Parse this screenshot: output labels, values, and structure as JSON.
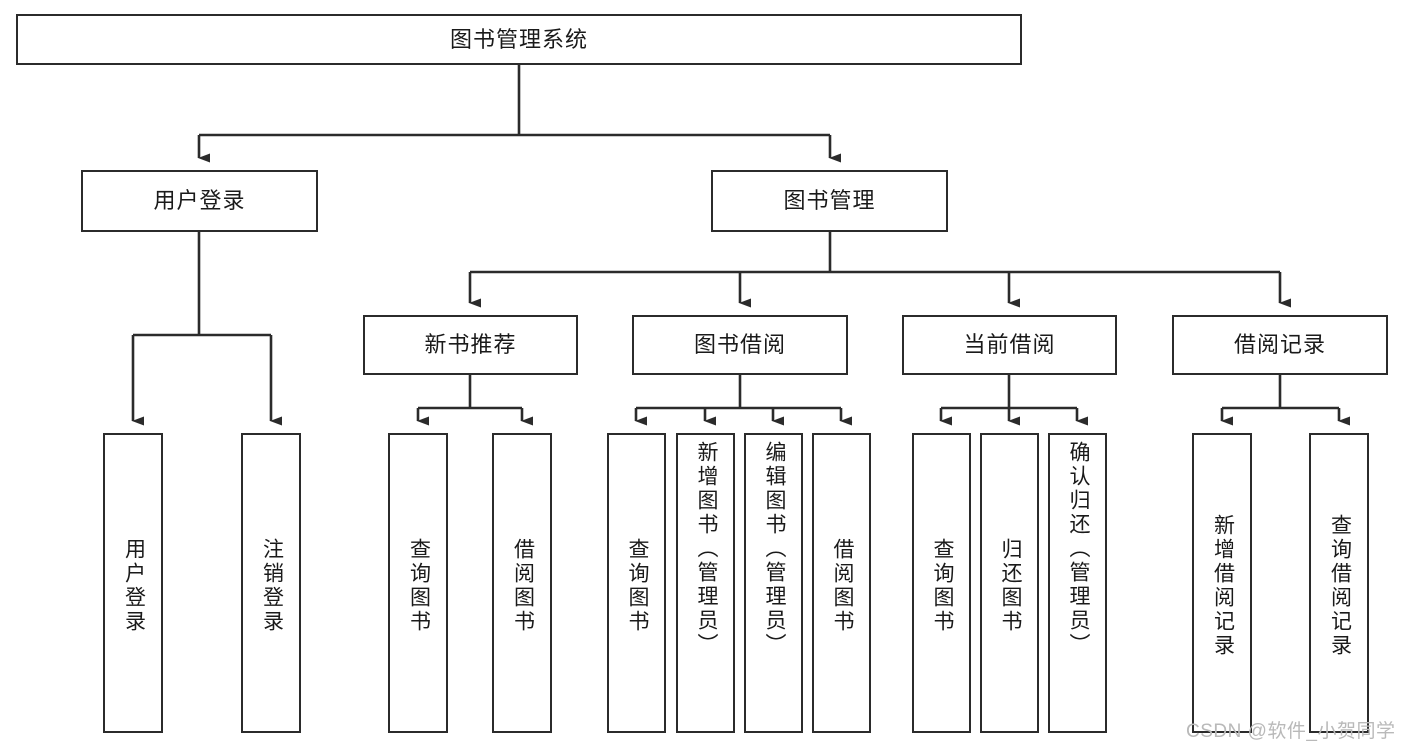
{
  "diagram": {
    "title": "图书管理系统",
    "type": "tree-hierarchy-chart",
    "background": "#ffffff",
    "line_color": "#2b2b2b",
    "box_border_color": "#2b2b2b",
    "text_color": "#1a1a1a"
  },
  "nodes": {
    "root": {
      "label": "图书管理系统"
    },
    "level2": [
      {
        "label": "用户登录"
      },
      {
        "label": "图书管理"
      }
    ],
    "level3": [
      {
        "label": "新书推荐"
      },
      {
        "label": "图书借阅"
      },
      {
        "label": "当前借阅"
      },
      {
        "label": "借阅记录"
      }
    ],
    "leaves": {
      "user_login": [
        {
          "label": "用户登录"
        },
        {
          "label": "注销登录"
        }
      ],
      "new_book_recommend": [
        {
          "label": "查询图书"
        },
        {
          "label": "借阅图书"
        }
      ],
      "book_borrow": [
        {
          "label": "查询图书"
        },
        {
          "label": "新增图书（管理员）"
        },
        {
          "label": "编辑图书（管理员）"
        },
        {
          "label": "借阅图书"
        }
      ],
      "current_borrow": [
        {
          "label": "查询图书"
        },
        {
          "label": "归还图书"
        },
        {
          "label": "确认归还（管理员）"
        }
      ],
      "borrow_record": [
        {
          "label": "新增借阅记录"
        },
        {
          "label": "查询借阅记录"
        }
      ]
    }
  },
  "watermark": {
    "text": "CSDN @软件_小贺同学"
  }
}
